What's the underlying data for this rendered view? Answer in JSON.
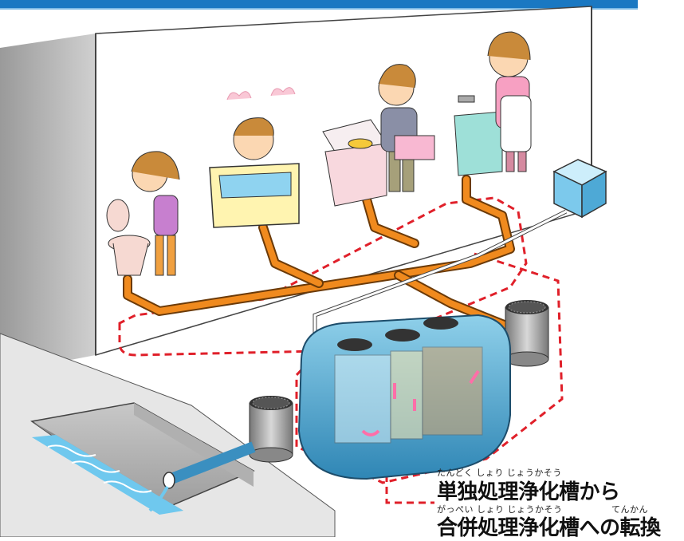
{
  "caption": {
    "line1_ruby": "たんどく しょり じょうかそう",
    "line1": "単独処理浄化槽から",
    "line2_ruby": "がっぺい しょり じょうかそう　　　　　 てんかん",
    "line2": "合併処理浄化槽への転換"
  },
  "colors": {
    "header_bar": "#1a78c2",
    "pipe": "#f08a1e",
    "dashed_boundary": "#e0202a",
    "tank": "#4a9ec8",
    "water": "#8fd3f0",
    "wall": "#d9d9d9"
  }
}
